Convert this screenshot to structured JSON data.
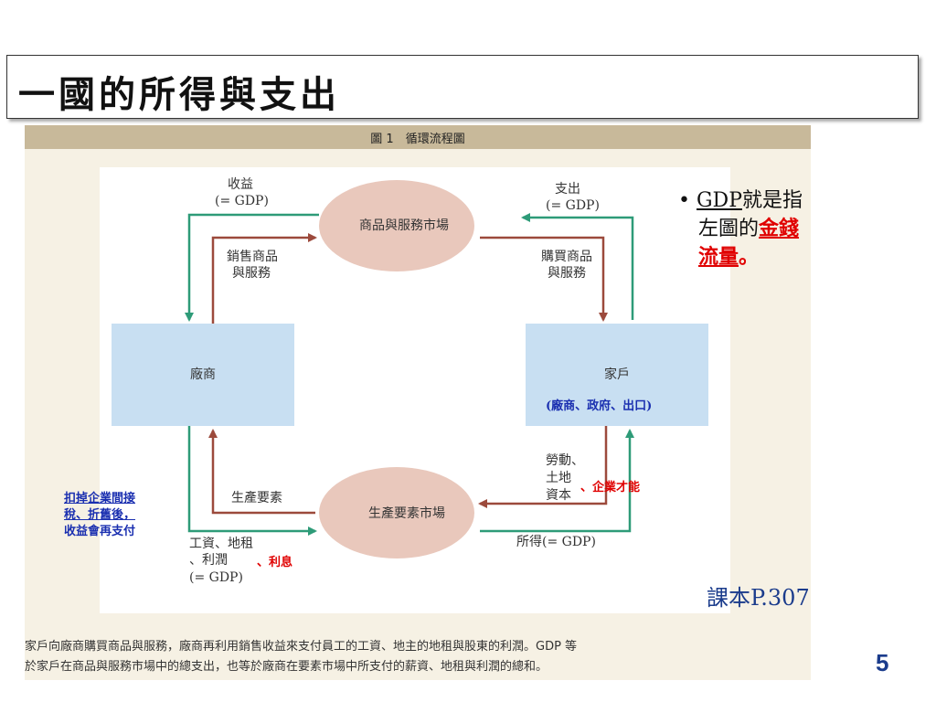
{
  "slide": {
    "title": "一國的所得與支出",
    "page_number": "5",
    "textbook_ref": "課本P.307"
  },
  "figure": {
    "header": "圖 1　循環流程圖",
    "nodes": {
      "goods_market": "商品與服務市場",
      "factor_market": "生產要素市場",
      "firms": "廠商",
      "households": "家戶"
    },
    "labels": {
      "revenue": "收益",
      "revenue_gdp": "(= GDP)",
      "expenditure": "支出",
      "expenditure_gdp": "(= GDP)",
      "sell_goods_1": "銷售商品",
      "sell_goods_2": "與服務",
      "buy_goods_1": "購買商品",
      "buy_goods_2": "與服務",
      "factors_of_production": "生產要素",
      "labor": "勞動、",
      "land": "土地",
      "capital": "資本",
      "wages_1": "工資、地租",
      "wages_2": "、利潤",
      "wages_gdp": "(= GDP)",
      "income": "所得(= GDP)"
    },
    "caption_line1": "家戶向廠商購買商品與服務，廠商再利用銷售收益來支付員工的工資、地主的地租與股東的利潤。GDP 等",
    "caption_line2": "於家戶在商品與服務市場中的總支出，也等於廠商在要素市場中所支付的薪資、地租與利潤的總和。"
  },
  "annotations": {
    "households_extra": "(廠商、政府、出口)",
    "entrepreneurship": "、企業才能",
    "interest": "、利息",
    "note_line1": "扣掉企業間接",
    "note_line2": "稅、折舊後，",
    "note_line3": "收益會再支付"
  },
  "bullet": {
    "gdp": "GDP",
    "text1": "就是指",
    "text2": "左圖的",
    "money": "金錢",
    "flow": "流量",
    "period": "。"
  },
  "colors": {
    "green_arrow": "#2e9b78",
    "brown_arrow": "#9c4a3c",
    "ellipse_fill": "#e9c8bc",
    "box_fill": "#c8dff2",
    "accent_red": "#e00000",
    "note_blue": "#1a2fb0"
  }
}
